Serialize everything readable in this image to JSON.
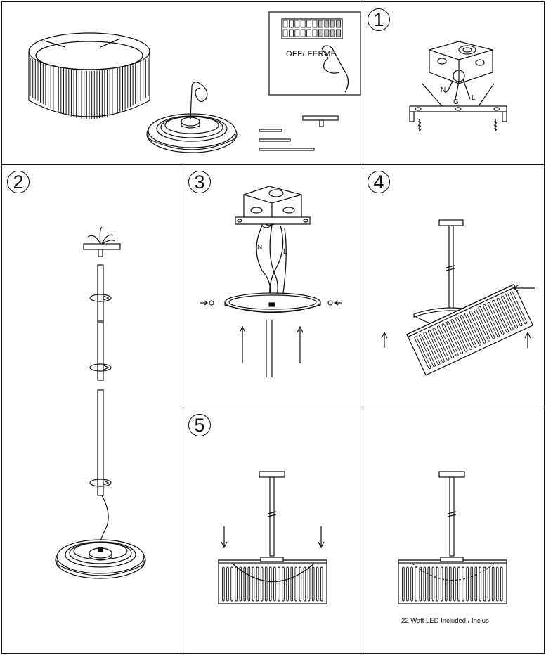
{
  "steps": {
    "s1": "1",
    "s2": "2",
    "s3": "3",
    "s4": "4",
    "s5": "5"
  },
  "switch_label": "OFF/ FERME",
  "wire_labels": {
    "n": "N",
    "g": "G",
    "l": "L"
  },
  "caption": "22 Watt LED Included / Inclus"
}
